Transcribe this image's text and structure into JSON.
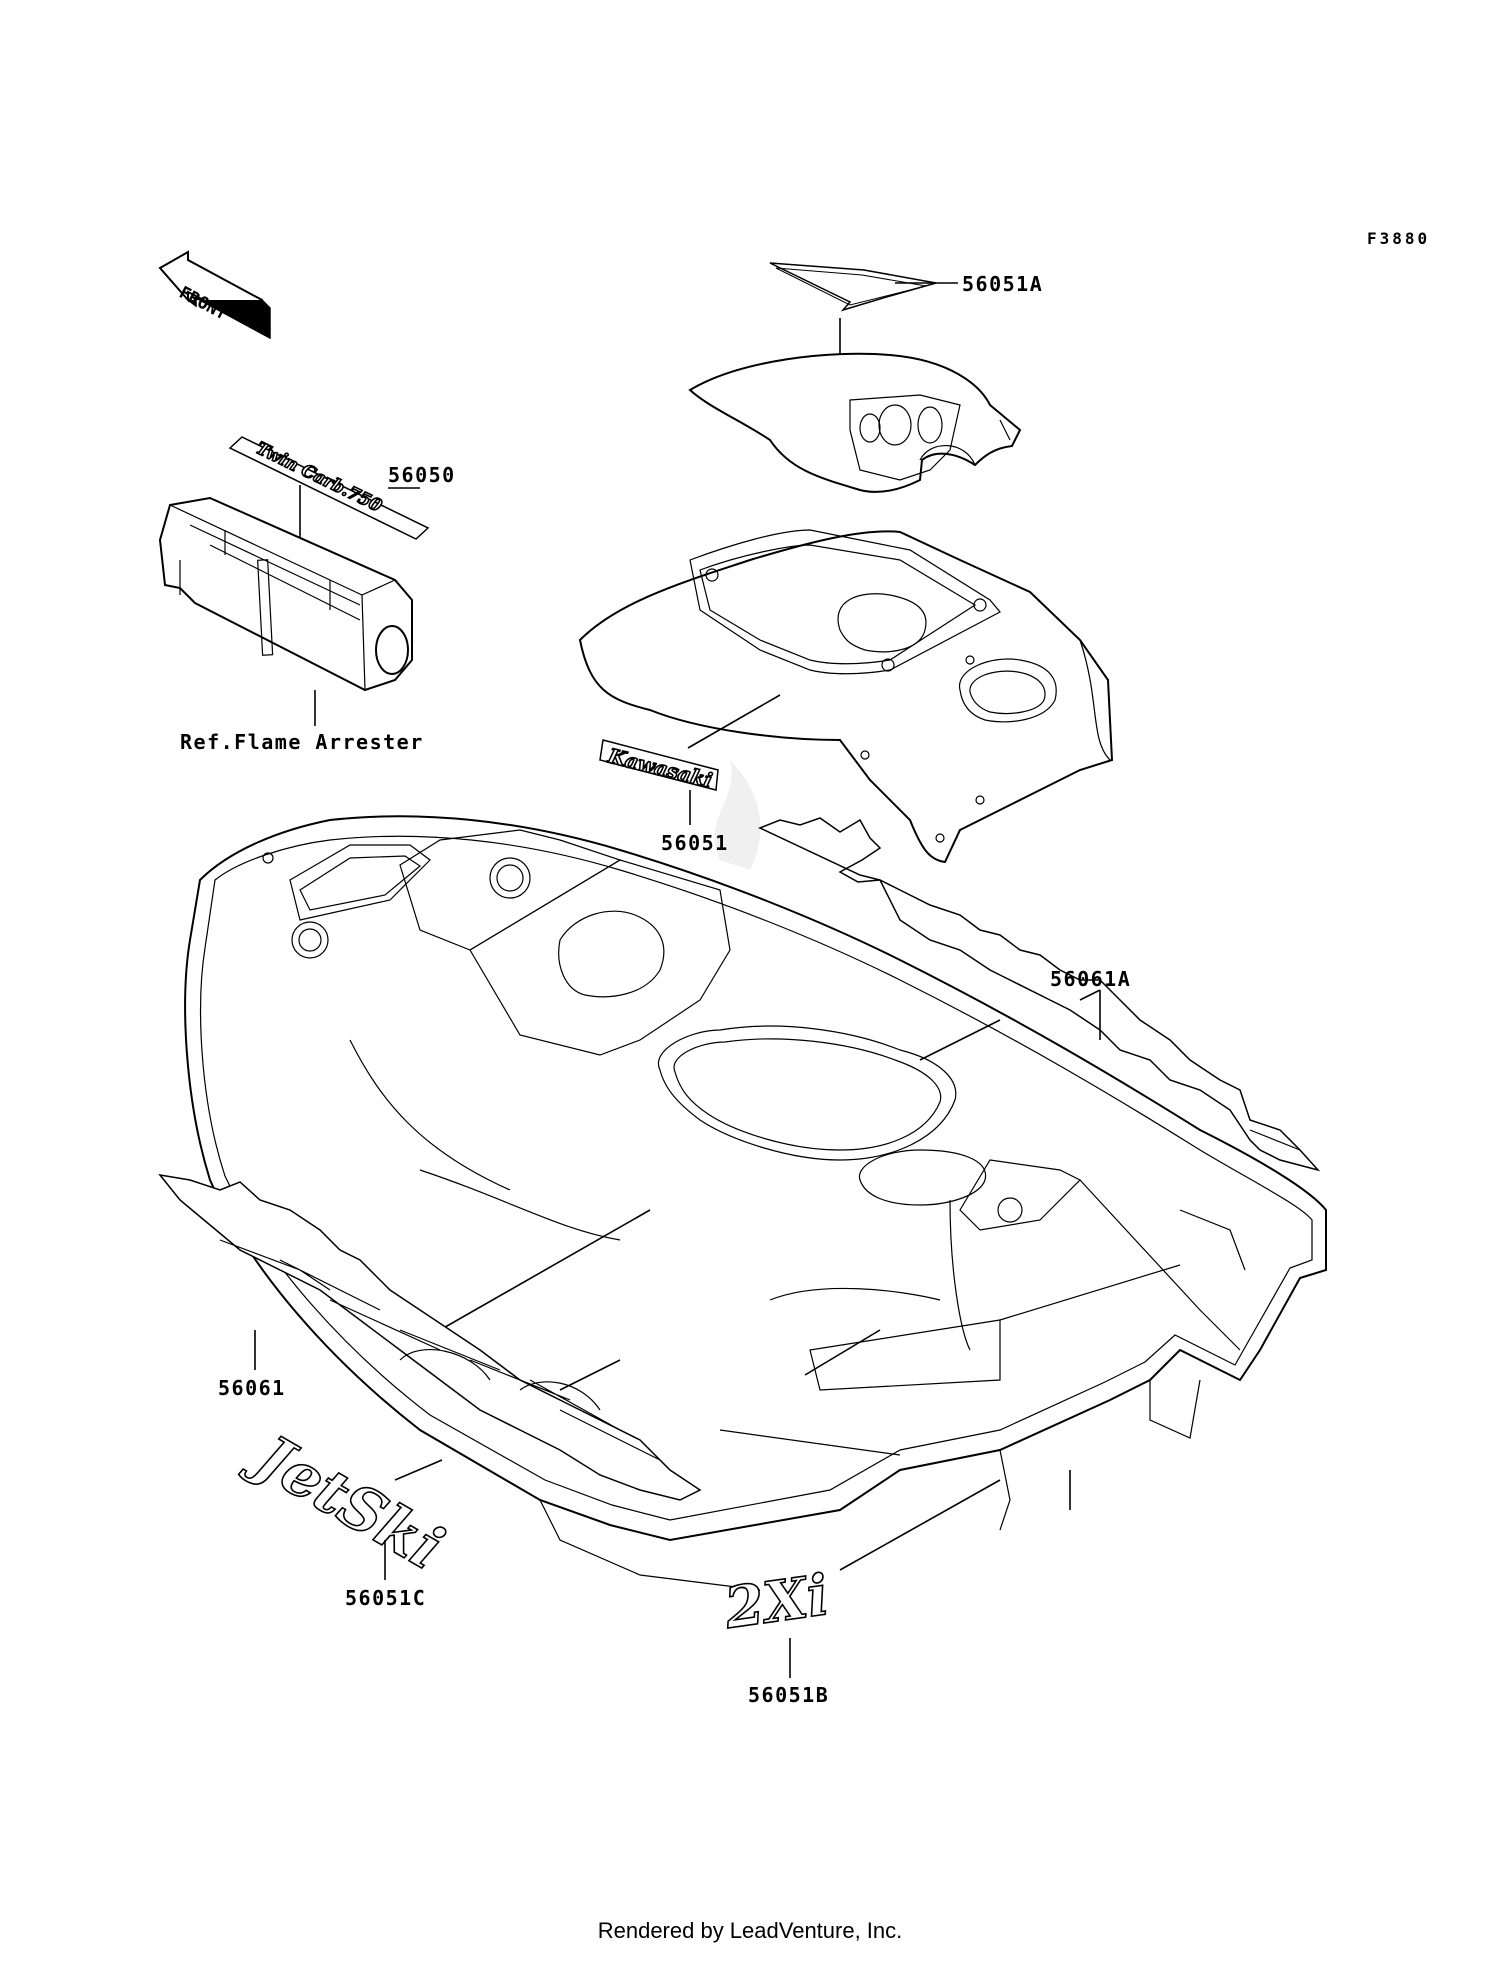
{
  "figure_code": "F3880",
  "front_arrow_label": "FRONT",
  "parts": {
    "p56051A": "56051A",
    "p56050": "56050",
    "ref_flame_arrester": "Ref.Flame Arrester",
    "p56051": "56051",
    "p56061A": "56061A",
    "p56061": "56061",
    "p56051C": "56051C",
    "p56051B": "56051B"
  },
  "footer_text": "Rendered by LeadVenture, Inc."
}
